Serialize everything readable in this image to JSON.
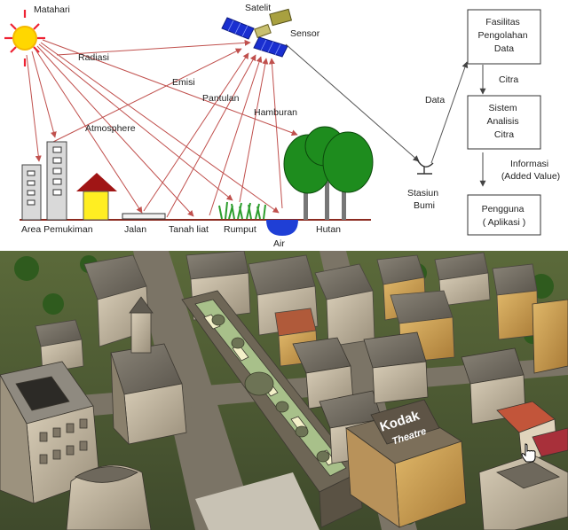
{
  "diagram": {
    "sun_label": "Matahari",
    "satellite_label": "Satelit",
    "sensor_label": "Sensor",
    "ray_labels": {
      "radiasi": "Radiasi",
      "emisi": "Emisi",
      "pantulan": "Pantulan",
      "hamburan": "Hamburan",
      "atmosphere": "Atmosphere",
      "data": "Data"
    },
    "ground_labels": [
      "Area Pemukiman",
      "Jalan",
      "Tanah liat",
      "Rumput",
      "Air",
      "Hutan"
    ],
    "station_label": [
      "Stasiun",
      "Bumi"
    ],
    "flow": {
      "boxes": [
        [
          "Fasilitas",
          "Pengolahan",
          "Data"
        ],
        [
          "Sistem",
          "Analisis",
          "Citra"
        ],
        [
          "Pengguna",
          "( Aplikasi )"
        ]
      ],
      "arrow_labels": [
        [
          "Citra"
        ],
        [
          "Informasi",
          "(Added Value)"
        ]
      ]
    },
    "colors": {
      "sun": "#ffd700",
      "sun_ray": "#d33",
      "ray": "#c0504d",
      "tree": "#1e8c1e",
      "water": "#1f3fd6",
      "house_roof": "#a01515",
      "house_wall": "#ffee22"
    }
  },
  "city": {
    "sign": [
      "Kodak",
      "Theatre"
    ],
    "icons": [
      "hand-cursor-icon"
    ]
  }
}
